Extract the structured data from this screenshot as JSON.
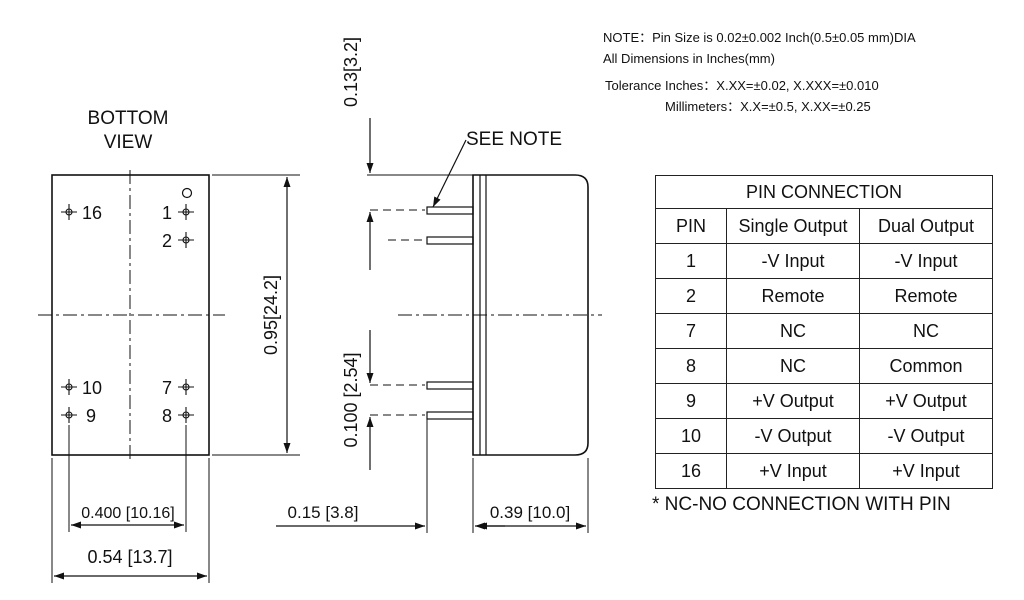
{
  "notes": {
    "line1": "NOTE：Pin Size is 0.02±0.002 Inch(0.5±0.05 mm)DIA",
    "line2": "All Dimensions in Inches(mm)",
    "line3": "Tolerance    Inches：X.XX=±0.02, X.XXX=±0.010",
    "line4": "Millimeters：X.X=±0.5, X.XX=±0.25"
  },
  "bottom_view": {
    "title_line1": "BOTTOM",
    "title_line2": "VIEW",
    "pins": [
      "16",
      "1",
      "2",
      "10",
      "7",
      "9",
      "8"
    ]
  },
  "dimensions": {
    "height": "0.95[24.2]",
    "pin_span": "0.400 [10.16]",
    "width": "0.54 [13.7]",
    "top_offset": "0.13[3.2]",
    "pin_pitch": "0.100 [2.54]",
    "pin_length": "0.15 [3.8]",
    "body_depth": "0.39 [10.0]",
    "see_note": "SEE NOTE"
  },
  "pin_table": {
    "title": "PIN CONNECTION",
    "headers": [
      "PIN",
      "Single Output",
      "Dual Output"
    ],
    "rows": [
      [
        "1",
        "-V Input",
        "-V Input"
      ],
      [
        "2",
        "Remote",
        "Remote"
      ],
      [
        "7",
        "NC",
        "NC"
      ],
      [
        "8",
        "NC",
        "Common"
      ],
      [
        "9",
        "+V Output",
        "+V Output"
      ],
      [
        "10",
        "-V Output",
        "-V Output"
      ],
      [
        "16",
        "+V Input",
        "+V Input"
      ]
    ]
  },
  "footnote": "* NC-NO CONNECTION WITH PIN"
}
